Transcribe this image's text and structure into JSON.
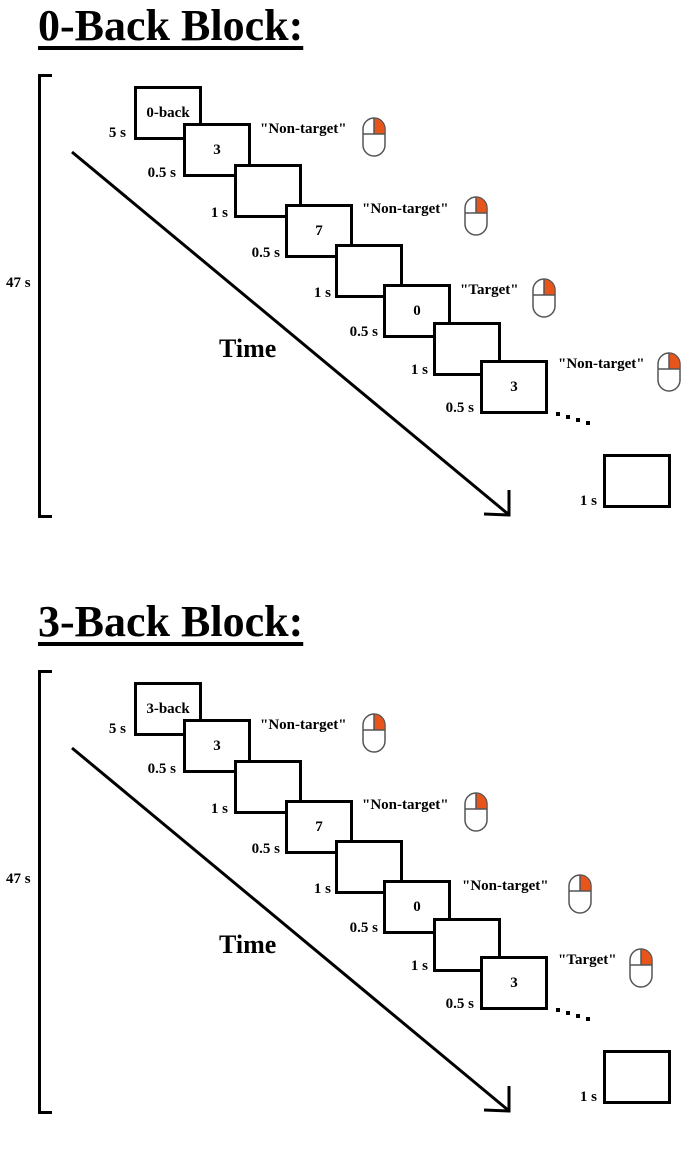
{
  "blocks": [
    {
      "title": "0-Back Block:",
      "duration": "47 s",
      "axis_label": "Time",
      "stimuli": [
        {
          "label": "0-back",
          "duration": "5 s"
        },
        {
          "label": "3",
          "duration": "0.5 s"
        },
        {
          "label": "",
          "duration": "1 s"
        },
        {
          "label": "7",
          "duration": "0.5 s"
        },
        {
          "label": "",
          "duration": "1 s"
        },
        {
          "label": "0",
          "duration": "0.5 s"
        },
        {
          "label": "",
          "duration": "1 s"
        },
        {
          "label": "3",
          "duration": "0.5 s"
        },
        {
          "label": "",
          "duration": "1 s"
        }
      ],
      "responses": [
        "\"Non-target\"",
        "\"Non-target\"",
        "\"Target\"",
        "\"Non-target\""
      ]
    },
    {
      "title": "3-Back Block:",
      "duration": "47 s",
      "axis_label": "Time",
      "stimuli": [
        {
          "label": "3-back",
          "duration": "5 s"
        },
        {
          "label": "3",
          "duration": "0.5 s"
        },
        {
          "label": "",
          "duration": "1 s"
        },
        {
          "label": "7",
          "duration": "0.5 s"
        },
        {
          "label": "",
          "duration": "1 s"
        },
        {
          "label": "0",
          "duration": "0.5 s"
        },
        {
          "label": "",
          "duration": "1 s"
        },
        {
          "label": "3",
          "duration": "0.5 s"
        },
        {
          "label": "",
          "duration": "1 s"
        }
      ],
      "responses": [
        "\"Non-target\"",
        "\"Non-target\"",
        "\"Non-target\"",
        "\"Target\""
      ]
    }
  ],
  "colors": {
    "mouse_button": "#e8551a",
    "mouse_outline": "#555555"
  },
  "icons": {
    "response": "mouse-icon",
    "continuation": "ellipsis-dots"
  }
}
